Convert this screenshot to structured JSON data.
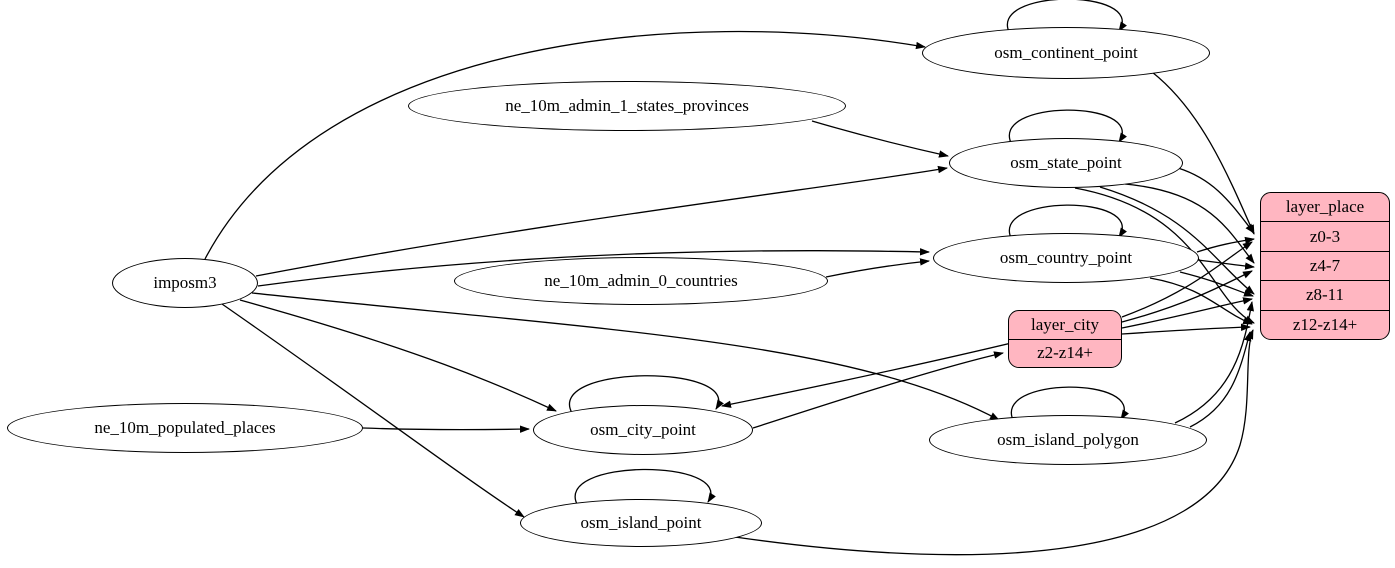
{
  "colors": {
    "record_fill": "#ffb6c1",
    "ellipse_fill": "#ffffff",
    "stroke": "#000000"
  },
  "nodes": {
    "imposm3": {
      "label": "imposm3"
    },
    "ne_10m_admin_1_states_provinces": {
      "label": "ne_10m_admin_1_states_provinces"
    },
    "ne_10m_admin_0_countries": {
      "label": "ne_10m_admin_0_countries"
    },
    "ne_10m_populated_places": {
      "label": "ne_10m_populated_places"
    },
    "osm_continent_point": {
      "label": "osm_continent_point"
    },
    "osm_state_point": {
      "label": "osm_state_point"
    },
    "osm_country_point": {
      "label": "osm_country_point"
    },
    "osm_city_point": {
      "label": "osm_city_point"
    },
    "osm_island_polygon": {
      "label": "osm_island_polygon"
    },
    "osm_island_point": {
      "label": "osm_island_point"
    },
    "layer_city": {
      "label": "layer_city",
      "rows": [
        "z2-z14+"
      ]
    },
    "layer_place": {
      "label": "layer_place",
      "rows": [
        "z0-3",
        "z4-7",
        "z8-11",
        "z12-z14+"
      ]
    }
  },
  "edges": [
    {
      "from": "imposm3",
      "to": "osm_continent_point"
    },
    {
      "from": "imposm3",
      "to": "osm_state_point"
    },
    {
      "from": "imposm3",
      "to": "osm_country_point"
    },
    {
      "from": "imposm3",
      "to": "osm_city_point"
    },
    {
      "from": "imposm3",
      "to": "osm_island_polygon"
    },
    {
      "from": "imposm3",
      "to": "osm_island_point"
    },
    {
      "from": "ne_10m_admin_1_states_provinces",
      "to": "osm_state_point"
    },
    {
      "from": "ne_10m_admin_0_countries",
      "to": "osm_country_point"
    },
    {
      "from": "ne_10m_populated_places",
      "to": "osm_city_point"
    },
    {
      "from": "osm_continent_point",
      "to": "osm_continent_point"
    },
    {
      "from": "osm_state_point",
      "to": "osm_state_point"
    },
    {
      "from": "osm_country_point",
      "to": "osm_country_point"
    },
    {
      "from": "osm_city_point",
      "to": "osm_city_point"
    },
    {
      "from": "osm_island_polygon",
      "to": "osm_island_polygon"
    },
    {
      "from": "osm_island_point",
      "to": "osm_island_point"
    },
    {
      "from": "osm_continent_point",
      "to": "layer_place",
      "to_row": "z0-3"
    },
    {
      "from": "osm_state_point",
      "to": "layer_place",
      "to_row": "z0-3"
    },
    {
      "from": "osm_state_point",
      "to": "layer_place",
      "to_row": "z4-7"
    },
    {
      "from": "osm_state_point",
      "to": "layer_place",
      "to_row": "z8-11"
    },
    {
      "from": "osm_state_point",
      "to": "layer_place",
      "to_row": "z12-z14+"
    },
    {
      "from": "osm_country_point",
      "to": "layer_place",
      "to_row": "z0-3"
    },
    {
      "from": "osm_country_point",
      "to": "layer_place",
      "to_row": "z4-7"
    },
    {
      "from": "osm_country_point",
      "to": "layer_place",
      "to_row": "z8-11"
    },
    {
      "from": "osm_country_point",
      "to": "layer_place",
      "to_row": "z12-z14+"
    },
    {
      "from": "osm_city_point",
      "to": "layer_city",
      "to_row": "z2-z14+"
    },
    {
      "from": "layer_city",
      "to": "osm_city_point"
    },
    {
      "from": "layer_city",
      "to": "layer_place",
      "to_row": "z0-3"
    },
    {
      "from": "layer_city",
      "to": "layer_place",
      "to_row": "z4-7"
    },
    {
      "from": "layer_city",
      "to": "layer_place",
      "to_row": "z8-11"
    },
    {
      "from": "layer_city",
      "to": "layer_place",
      "to_row": "z12-z14+"
    },
    {
      "from": "osm_island_polygon",
      "to": "layer_place",
      "to_row": "z8-11"
    },
    {
      "from": "osm_island_polygon",
      "to": "layer_place",
      "to_row": "z12-z14+"
    },
    {
      "from": "osm_island_point",
      "to": "layer_place",
      "to_row": "z12-z14+"
    }
  ]
}
